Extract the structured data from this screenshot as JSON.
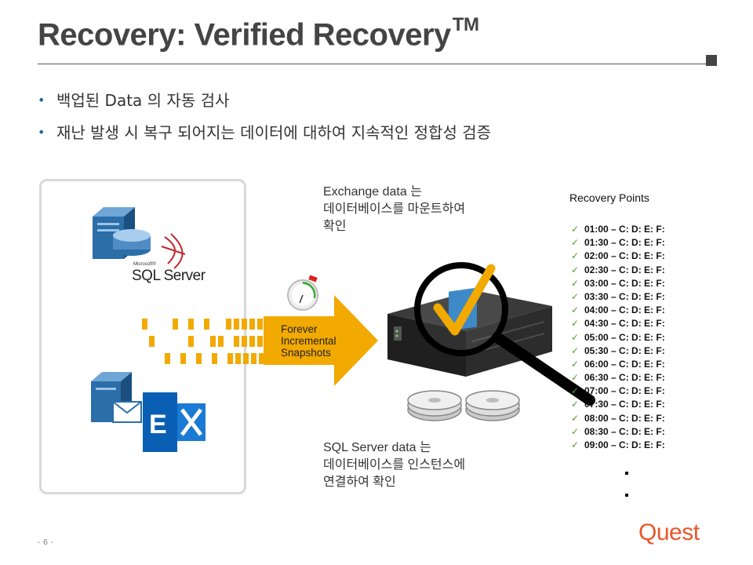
{
  "slide": {
    "title": "Recovery: Verified Recovery",
    "title_superscript": "TM",
    "bullets": [
      "백업된 Data 의 자동 검사",
      "재난 발생 시 복구 되어지는 데이터에 대하여 지속적인 정합성 검증"
    ]
  },
  "diagram": {
    "source_box": {
      "sql_logo_small": "Microsoft®",
      "sql_logo": "SQL Server"
    },
    "arrow_label": [
      "Forever",
      "Incremental",
      "Snapshots"
    ],
    "exchange_note": [
      "Exchange data 는",
      "데이터베이스를 마운트하여",
      "확인"
    ],
    "sql_note": [
      "SQL Server data 는",
      "데이터베이스를 인스턴스에",
      "연결하여 확인"
    ],
    "recovery_points": {
      "title": "Recovery  Points",
      "items": [
        "01:00 – C: D: E: F:",
        "01:30 – C: D: E: F:",
        "02:00 – C: D: E: F:",
        "02:30 – C: D: E: F:",
        "03:00 – C: D: E: F:",
        "03:30 – C: D: E: F:",
        "04:00 – C: D: E: F:",
        "04:30 – C: D: E: F:",
        "05:00 – C: D: E: F:",
        "05:30 – C: D: E: F:",
        "06:00 – C: D: E: F:",
        "06:30 – C: D: E: F:",
        "07:00 – C: D: E: F:",
        "07:30 – C: D: E: F:",
        "08:00 – C: D: E: F:",
        "08:30 – C: D: E: F:",
        "09:00 – C: D: E: F:"
      ],
      "check_icon": "checkmark"
    }
  },
  "footer": {
    "page_number": "- 6 -",
    "logo": "Quest"
  },
  "colors": {
    "accent_orange": "#f2a900",
    "quest_orange": "#e8562a",
    "bullet_blue": "#1a6aa6",
    "exchange_blue": "#0a5fb4",
    "check_green": "#5a9a2a"
  }
}
